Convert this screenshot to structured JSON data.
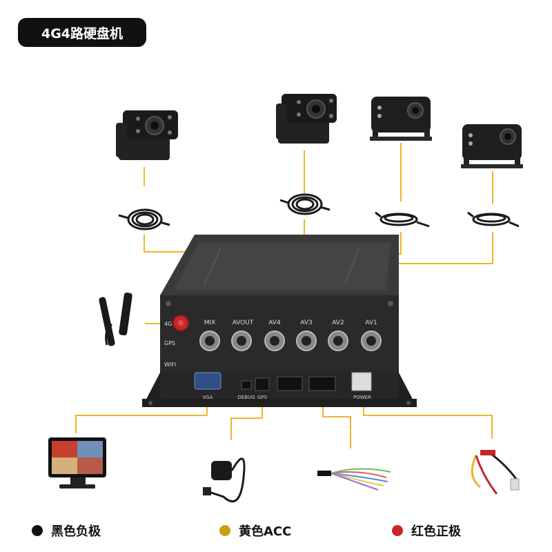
{
  "title": "4G4路硬盘机",
  "colors": {
    "line": "#f0b429",
    "black_dot": "#111111",
    "yellow_dot": "#c9a010",
    "red_dot": "#c8262a",
    "dvr_body": "#2a2a2a"
  },
  "dvr": {
    "port_labels": [
      "MIX",
      "AVOUT",
      "AV4",
      "AV3",
      "AV2",
      "AV1"
    ],
    "side_labels": [
      "4G",
      "GPS",
      "WIFI"
    ],
    "bottom_labels": [
      "VGA",
      "DEBUG",
      "GPS",
      "POWER"
    ]
  },
  "legend": [
    {
      "label": "黑色负极",
      "color": "#111111"
    },
    {
      "label": "黄色ACC",
      "color": "#c9a010"
    },
    {
      "label": "红色正极",
      "color": "#c8262a"
    }
  ]
}
